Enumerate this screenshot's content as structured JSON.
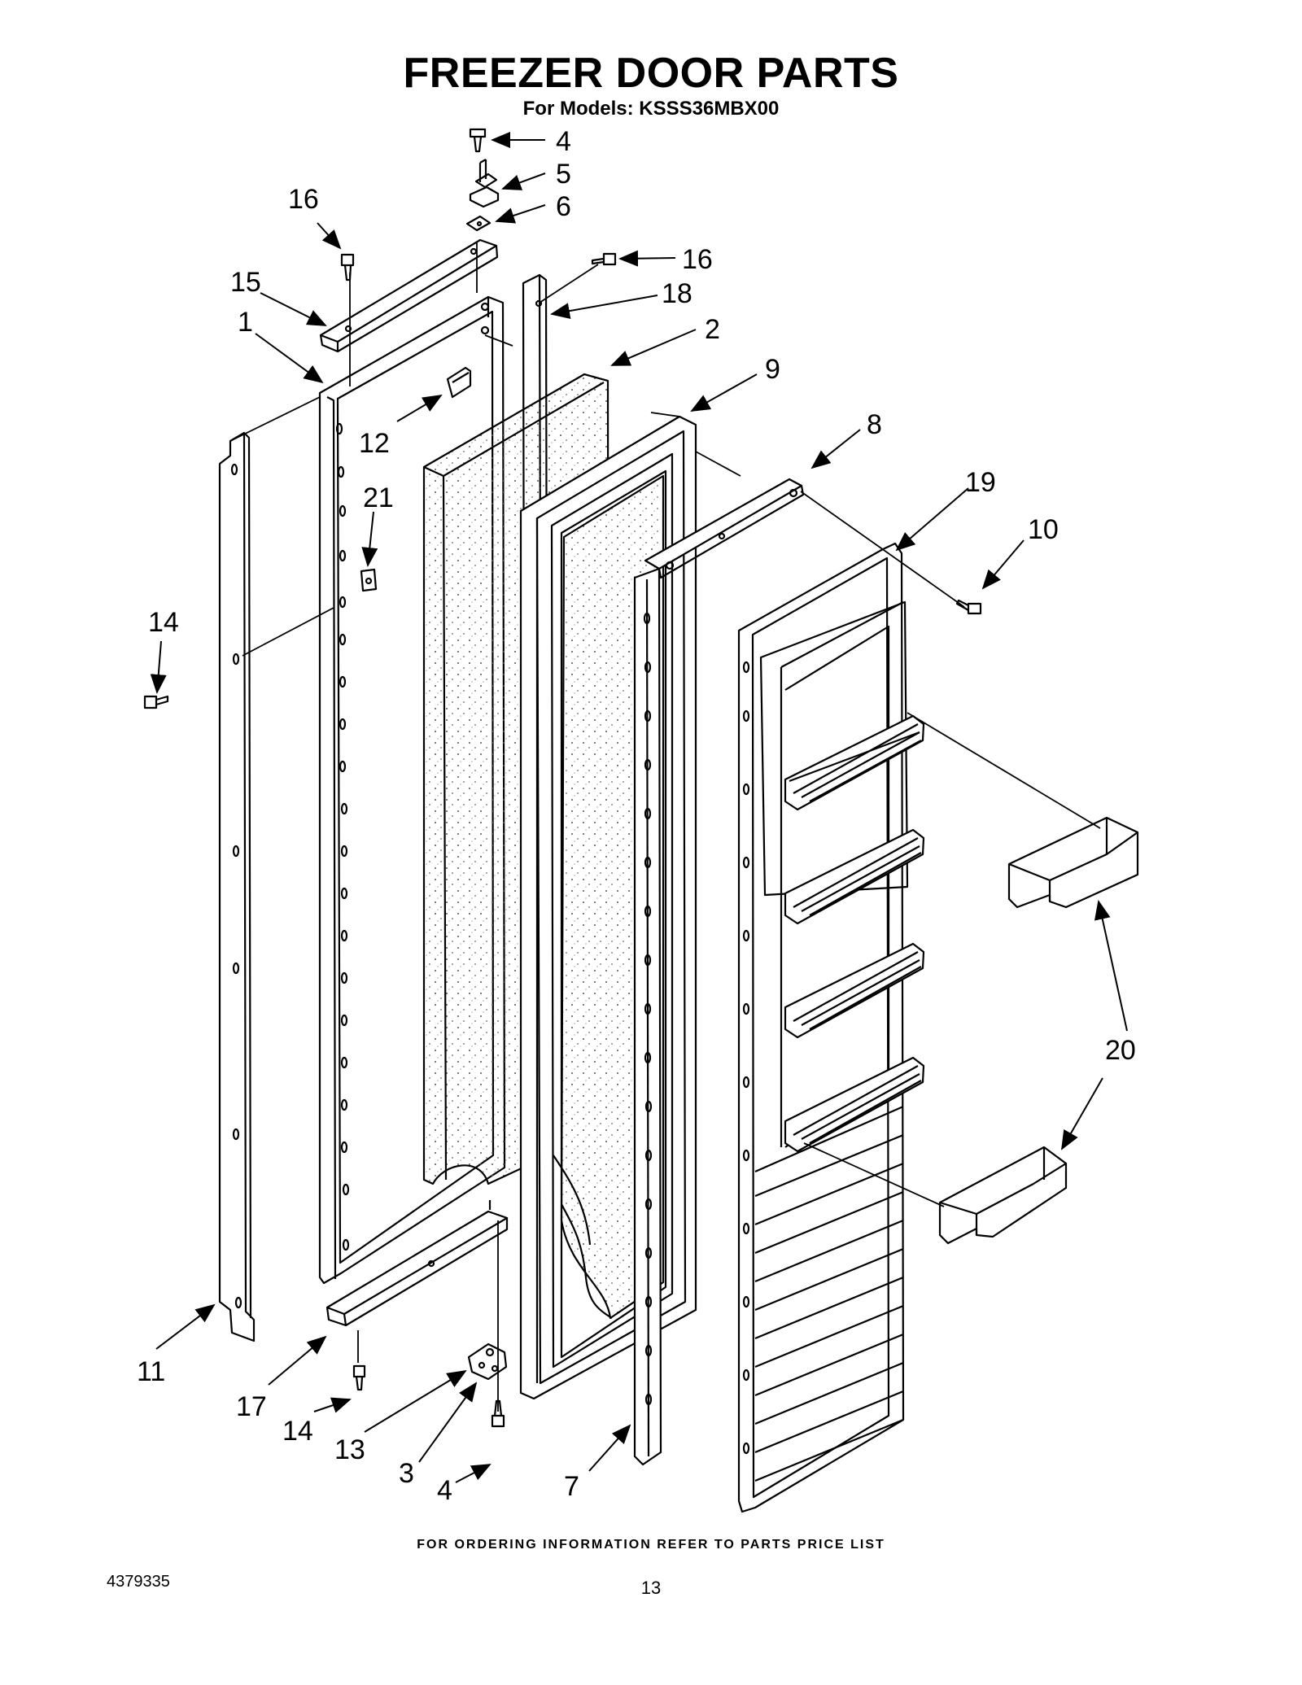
{
  "header": {
    "title": "FREEZER DOOR PARTS",
    "subtitle": "For Models: KSSS36MBX00"
  },
  "callouts": [
    "4",
    "5",
    "6",
    "16",
    "18",
    "2",
    "9",
    "8",
    "19",
    "10",
    "16",
    "15",
    "1",
    "12",
    "21",
    "14",
    "20",
    "11",
    "17",
    "14",
    "13",
    "3",
    "4",
    "7"
  ],
  "footer": {
    "ordering_note": "FOR ORDERING INFORMATION REFER TO PARTS PRICE LIST",
    "doc_number": "4379335",
    "page_number": "13"
  }
}
